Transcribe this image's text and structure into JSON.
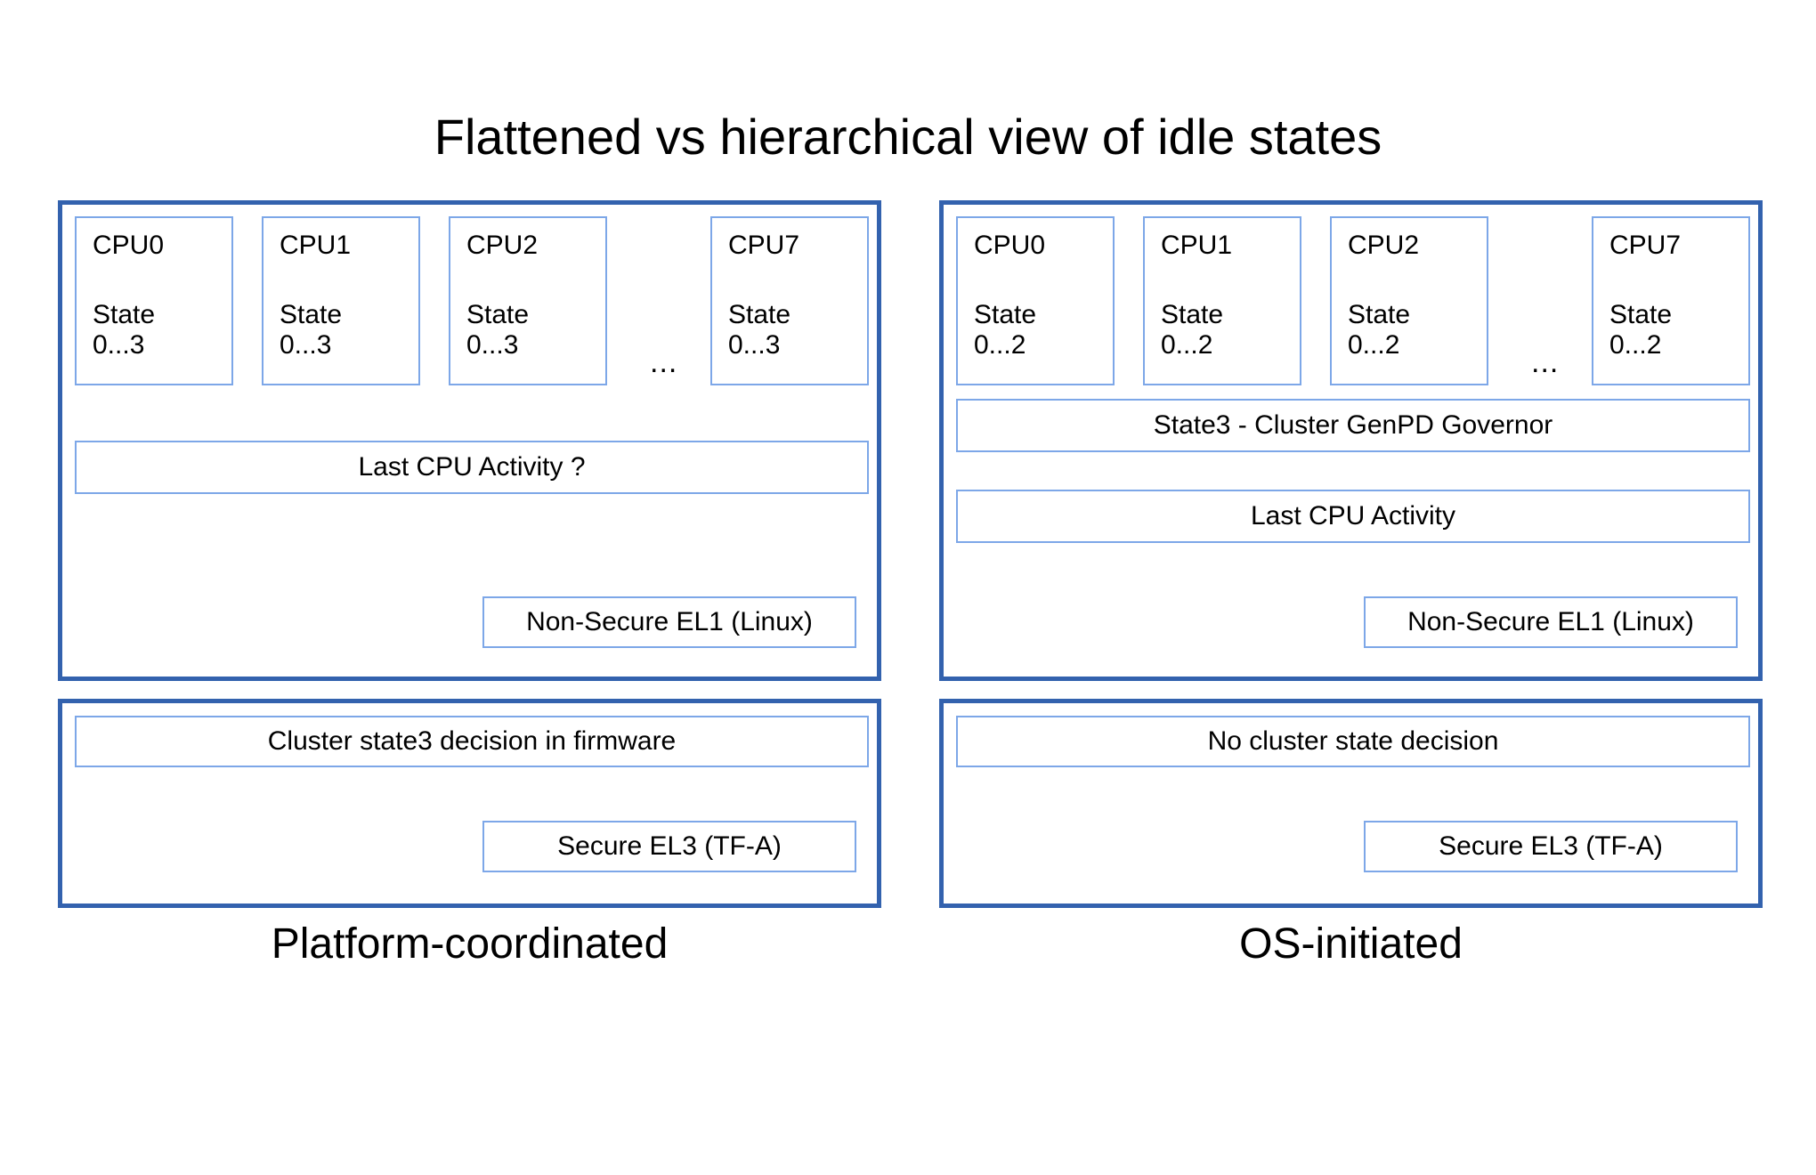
{
  "title": "Flattened vs hierarchical view of idle states",
  "colors": {
    "panel_border": "#3362AE",
    "box_border": "#7DA7E8",
    "background": "#FFFFFF",
    "text": "#000000"
  },
  "panels": {
    "left": {
      "caption": "Platform-coordinated",
      "os_panel": {
        "cpus": [
          {
            "name": "CPU0",
            "state_label": "State",
            "state_range": "0...3"
          },
          {
            "name": "CPU1",
            "state_label": "State",
            "state_range": "0...3"
          },
          {
            "name": "CPU2",
            "state_label": "State",
            "state_range": "0...3"
          },
          {
            "name": "CPU7",
            "state_label": "State",
            "state_range": "0...3"
          }
        ],
        "ellipsis": "...",
        "last_cpu_activity": "Last CPU Activity ?",
        "level_label": "Non-Secure EL1 (Linux)"
      },
      "fw_panel": {
        "decision": "Cluster state3 decision in firmware",
        "level_label": "Secure EL3 (TF-A)"
      }
    },
    "right": {
      "caption": "OS-initiated",
      "os_panel": {
        "cpus": [
          {
            "name": "CPU0",
            "state_label": "State",
            "state_range": "0...2"
          },
          {
            "name": "CPU1",
            "state_label": "State",
            "state_range": "0...2"
          },
          {
            "name": "CPU2",
            "state_label": "State",
            "state_range": "0...2"
          },
          {
            "name": "CPU7",
            "state_label": "State",
            "state_range": "0...2"
          }
        ],
        "ellipsis": "...",
        "cluster_governor": "State3 - Cluster GenPD Governor",
        "last_cpu_activity": "Last CPU Activity",
        "level_label": "Non-Secure EL1 (Linux)"
      },
      "fw_panel": {
        "decision": "No cluster state decision",
        "level_label": "Secure EL3 (TF-A)"
      }
    }
  }
}
